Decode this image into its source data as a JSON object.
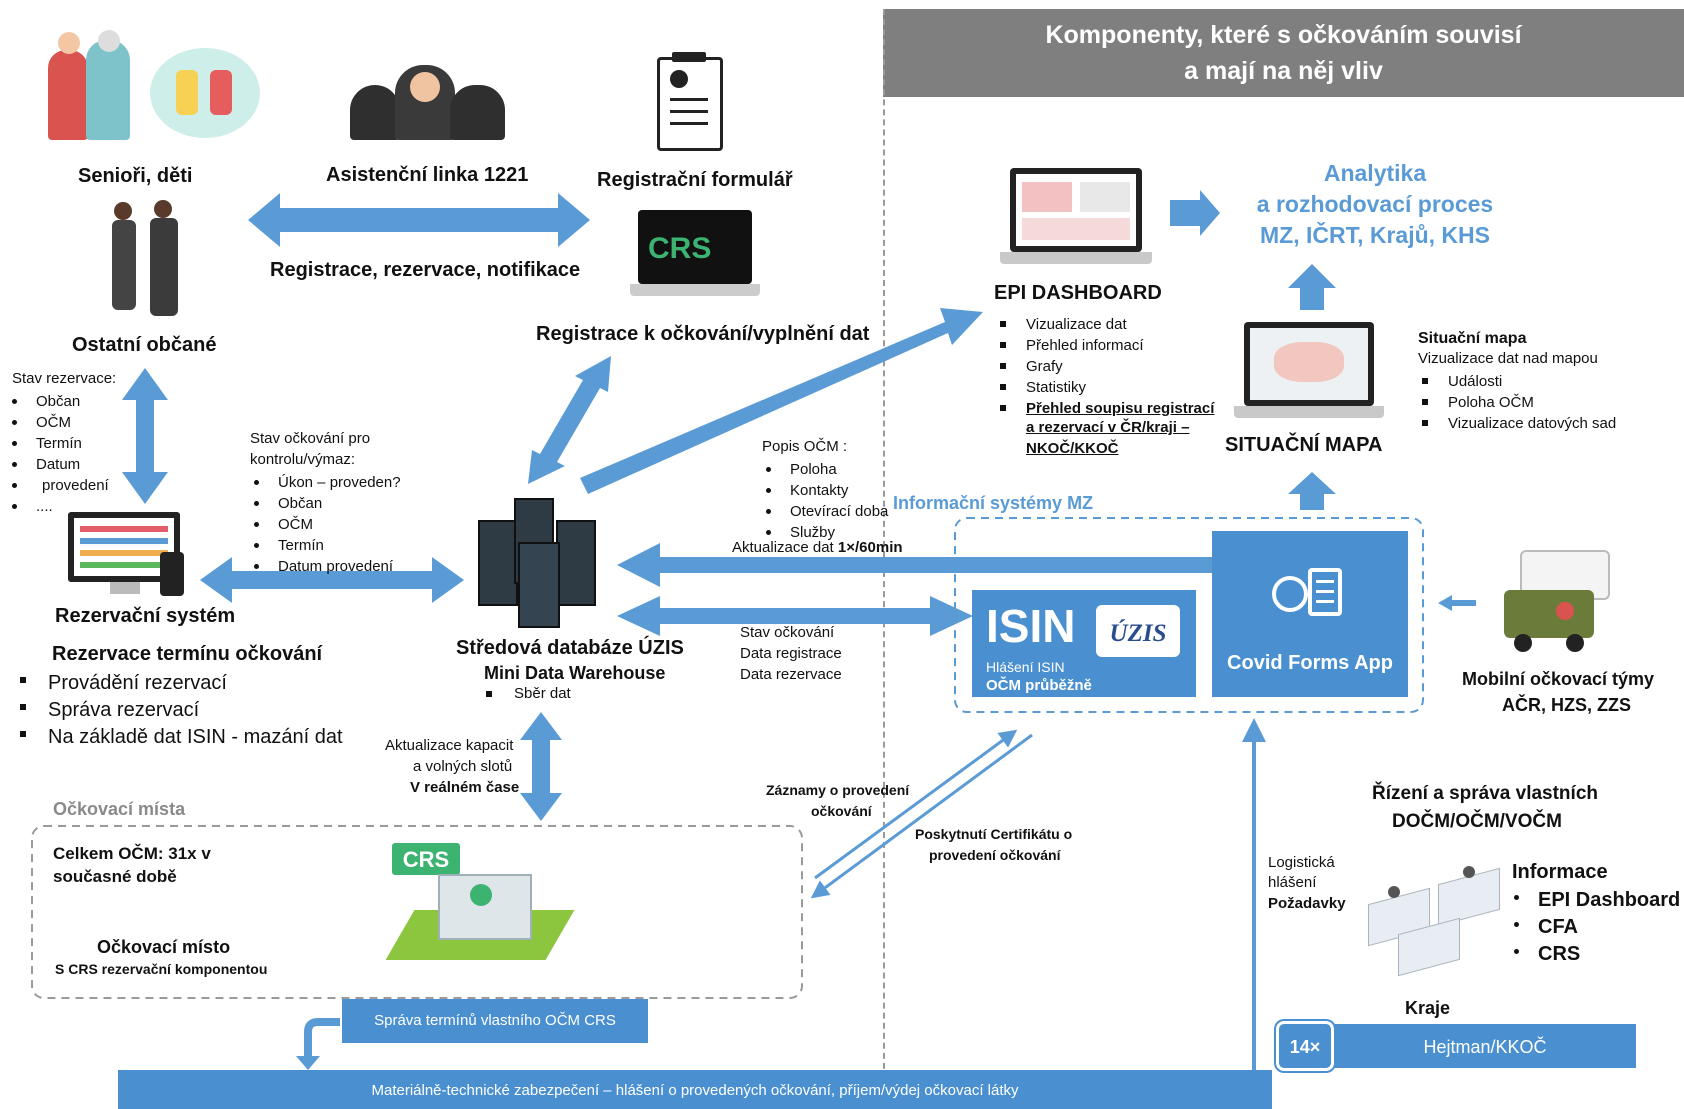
{
  "header": {
    "line1": "Komponenty, které s očkováním souvisí",
    "line2": "a mají na něj vliv",
    "bg": "#7f7f7f"
  },
  "colors": {
    "accent": "#5b9bd5",
    "box": "#4a90d0",
    "green": "#3cb371"
  },
  "left": {
    "seniors": "Senioři, děti",
    "helpline": "Asistenční linka 1221",
    "regform": "Registrační formulář",
    "crs_screen": "CRS",
    "reg_arrow_label": "Registrace, rezervace, notifikace",
    "reg_data": "Registrace k očkování/vyplnění dat",
    "other_citizens": "Ostatní občané",
    "stav_title": "Stav rezervace:",
    "stav_items": [
      "Občan",
      "OČM",
      "Termín",
      "Datum",
      "provedení",
      "...."
    ],
    "kontrola_title1": "Stav očkování pro",
    "kontrola_title2": "kontrolu/výmaz:",
    "kontrola_items": [
      "Úkon – proveden?",
      "Občan",
      "OČM",
      "Termín",
      "Datum provedení"
    ],
    "rez_system": "Rezervační systém",
    "rez_terminu": "Rezervace termínu očkování",
    "rez_items": [
      "Provádění rezervací",
      "Správa rezervací",
      "Na základě dat ISIN - mazání dat"
    ],
    "db_title": "Středová databáze ÚZIS",
    "db_sub": "Mini Data Warehouse",
    "db_item": "Sběr dat",
    "aktual1": "Aktualizace kapacit",
    "aktual2": "a volných slotů",
    "aktual3": "V reálném čase",
    "ocm_title": "Očkovací místa",
    "celkem1": "Celkem OČM: 31x v",
    "celkem2": "současné době",
    "crs_badge": "CRS",
    "ocm_place": "Očkovací místo",
    "ocm_place_sub": "S CRS rezervační komponentou",
    "sprava_bar": "Správa termínů vlastního OČM CRS",
    "bottom_bar": "Materiálně-technické zabezpečení – hlášení o provedených očkování, příjem/výdej očkovací látky"
  },
  "right": {
    "epi_title": "EPI DASHBOARD",
    "epi_items": [
      "Vizualizace dat",
      "Přehled informací",
      "Grafy",
      "Statistiky"
    ],
    "epi_special1": "Přehled soupisu registrací",
    "epi_special2": "a rezervací v ČR/kraji –",
    "epi_special3": "NKOČ/KKOČ",
    "analytika1": "Analytika",
    "analytika2": "a rozhodovací proces",
    "analytika3": "MZ, IČRT, Krajů, KHS",
    "sit_title": "Situační mapa",
    "sit_sub": "Vizualizace dat nad mapou",
    "sit_items": [
      "Události",
      "Poloha OČM",
      "Vizualizace datových sad"
    ],
    "sit_caps": "SITUAČNÍ MAPA",
    "popis_title": "Popis OČM :",
    "popis_items": [
      "Poloha",
      "Kontakty",
      "Otevírací doba",
      "Služby"
    ],
    "aktual_60_pre": "Aktualizace dat ",
    "aktual_60_bold": "1×/60min",
    "is_mz": "Informační systémy MZ",
    "stav_ock": [
      "Stav očkování",
      "Data registrace",
      "Data rezervace"
    ],
    "isin": "ISIN",
    "uzis": "ÚZIS",
    "isin_sub1": "Hlášení ISIN",
    "isin_sub2": "OČM průběžně",
    "cfa": "Covid Forms App",
    "mobil1": "Mobilní očkovací týmy",
    "mobil2": "AČR, HZS, ZZS",
    "zaznamy1": "Záznamy o provedení",
    "zaznamy2": "očkování",
    "cert1": "Poskytnutí Certifikátu o",
    "cert2": "provedení očkování",
    "rizeni1": "Řízení a správa vlastních",
    "rizeni2": "DOČM/OČM/VOČM",
    "logist1": "Logistická",
    "logist2": "hlášení",
    "logist3": "Požadavky",
    "info_title": "Informace",
    "info_items": [
      "EPI Dashboard",
      "CFA",
      "CRS"
    ],
    "kraje": "Kraje",
    "count14": "14×",
    "hejtman": "Hejtman/KKOČ"
  }
}
